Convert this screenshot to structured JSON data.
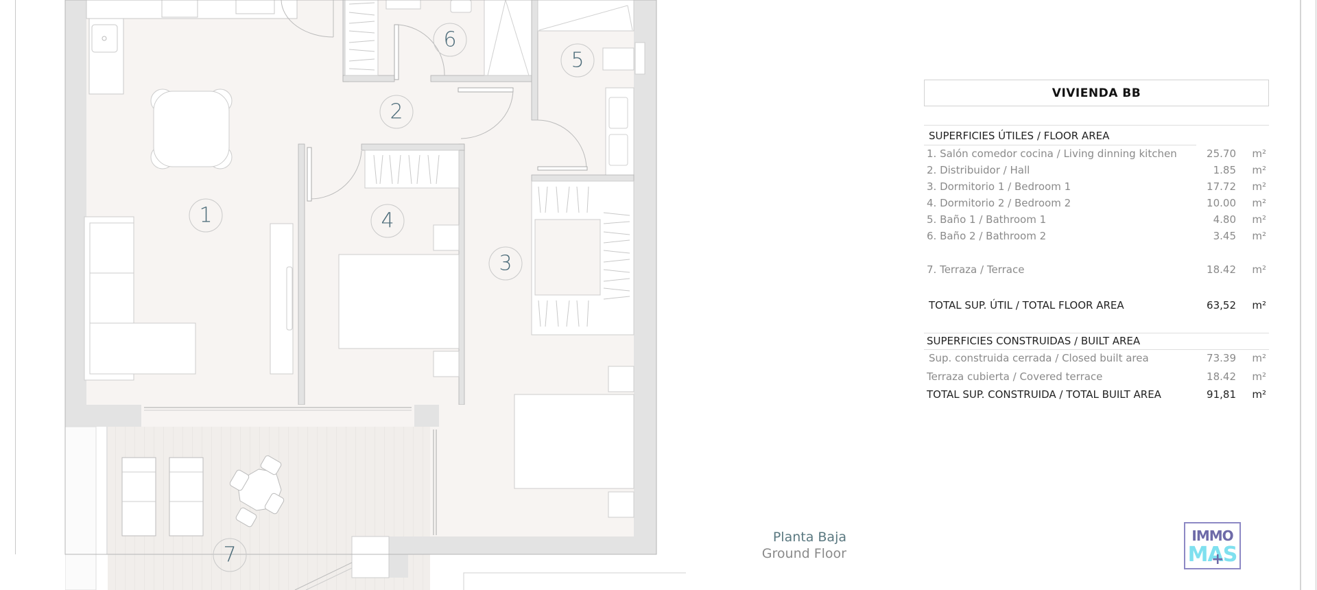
{
  "plan": {
    "room_numbers": [
      "1",
      "2",
      "3",
      "4",
      "5",
      "6",
      "7"
    ],
    "colors": {
      "wall": "#e3e3e3",
      "wall_line": "#a9a9a9",
      "floor": "#f7f4f2",
      "terrace": "#f1eeeb",
      "furniture": "#ffffff",
      "label": "#4a6a78"
    }
  },
  "floor_label": {
    "es": "Planta Baja",
    "en": "Ground Floor"
  },
  "areas": {
    "title": "VIVIENDA BB",
    "floor_area": {
      "heading": "SUPERFICIES ÚTILES / FLOOR AREA",
      "rows": [
        {
          "label": "1. Salón comedor cocina / Living dinning kitchen",
          "value": "25.70",
          "unit": "m²"
        },
        {
          "label": "2. Distribuidor / Hall",
          "value": "1.85",
          "unit": "m²"
        },
        {
          "label": "3. Dormitorio 1 / Bedroom 1",
          "value": "17.72",
          "unit": "m²"
        },
        {
          "label": "4. Dormitorio 2 / Bedroom 2",
          "value": "10.00",
          "unit": "m²"
        },
        {
          "label": "5. Baño 1 / Bathroom 1",
          "value": "4.80",
          "unit": "m²"
        },
        {
          "label": "6. Baño 2 / Bathroom 2",
          "value": "3.45",
          "unit": "m²"
        },
        {
          "label": "7. Terraza / Terrace",
          "value": "18.42",
          "unit": "m²"
        }
      ],
      "total": {
        "label": "TOTAL SUP. ÚTIL / TOTAL FLOOR AREA",
        "value": "63,52",
        "unit": "m²"
      }
    },
    "built_area": {
      "heading": "SUPERFICIES CONSTRUIDAS / BUILT AREA",
      "rows": [
        {
          "label": "Sup. construida cerrada / Closed built area",
          "value": "73.39",
          "unit": "m²"
        },
        {
          "label": "Terraza cubierta / Covered terrace",
          "value": "18.42",
          "unit": "m²"
        }
      ],
      "total": {
        "label": "TOTAL SUP. CONSTRUIDA /  TOTAL BUILT AREA",
        "value": "91,81",
        "unit": "m²"
      }
    }
  },
  "logo": {
    "line1": "IMMO",
    "line2": "MAS",
    "plus": "+"
  }
}
